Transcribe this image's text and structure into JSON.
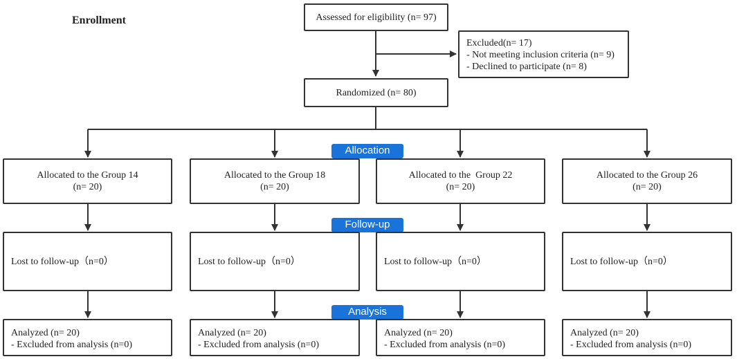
{
  "enrollment_label": "Enrollment",
  "assessed": "Assessed for eligibility (n= 97)",
  "excluded": {
    "title": "Excluded(n= 17)",
    "line1": "- Not meeting inclusion criteria (n= 9)",
    "line2": "- Declined to participate (n= 8)"
  },
  "randomized": "Randomized (n= 80)",
  "phases": {
    "allocation": "Allocation",
    "followup": "Follow-up",
    "analysis": "Analysis"
  },
  "groups": [
    {
      "allocated": "Allocated to the Group 14",
      "n": "(n= 20)",
      "lost": "Lost to follow-up（n=0）",
      "analyzed": "Analyzed (n= 20)",
      "excluded_analysis": "- Excluded from analysis (n=0)"
    },
    {
      "allocated": "Allocated to the Group 18",
      "n": "(n= 20)",
      "lost": "Lost to follow-up（n=0）",
      "analyzed": "Analyzed (n= 20)",
      "excluded_analysis": "- Excluded from analysis (n=0)"
    },
    {
      "allocated": "Allocated to the  Group 22",
      "n": "(n= 20)",
      "lost": "Lost to follow-up（n=0）",
      "analyzed": "Analyzed (n= 20)",
      "excluded_analysis": "- Excluded from analysis (n=0)"
    },
    {
      "allocated": "Allocated to the Group 26",
      "n": "(n= 20)",
      "lost": "Lost to follow-up（n=0）",
      "analyzed": "Analyzed (n= 20)",
      "excluded_analysis": "- Excluded from analysis (n=0)"
    }
  ]
}
